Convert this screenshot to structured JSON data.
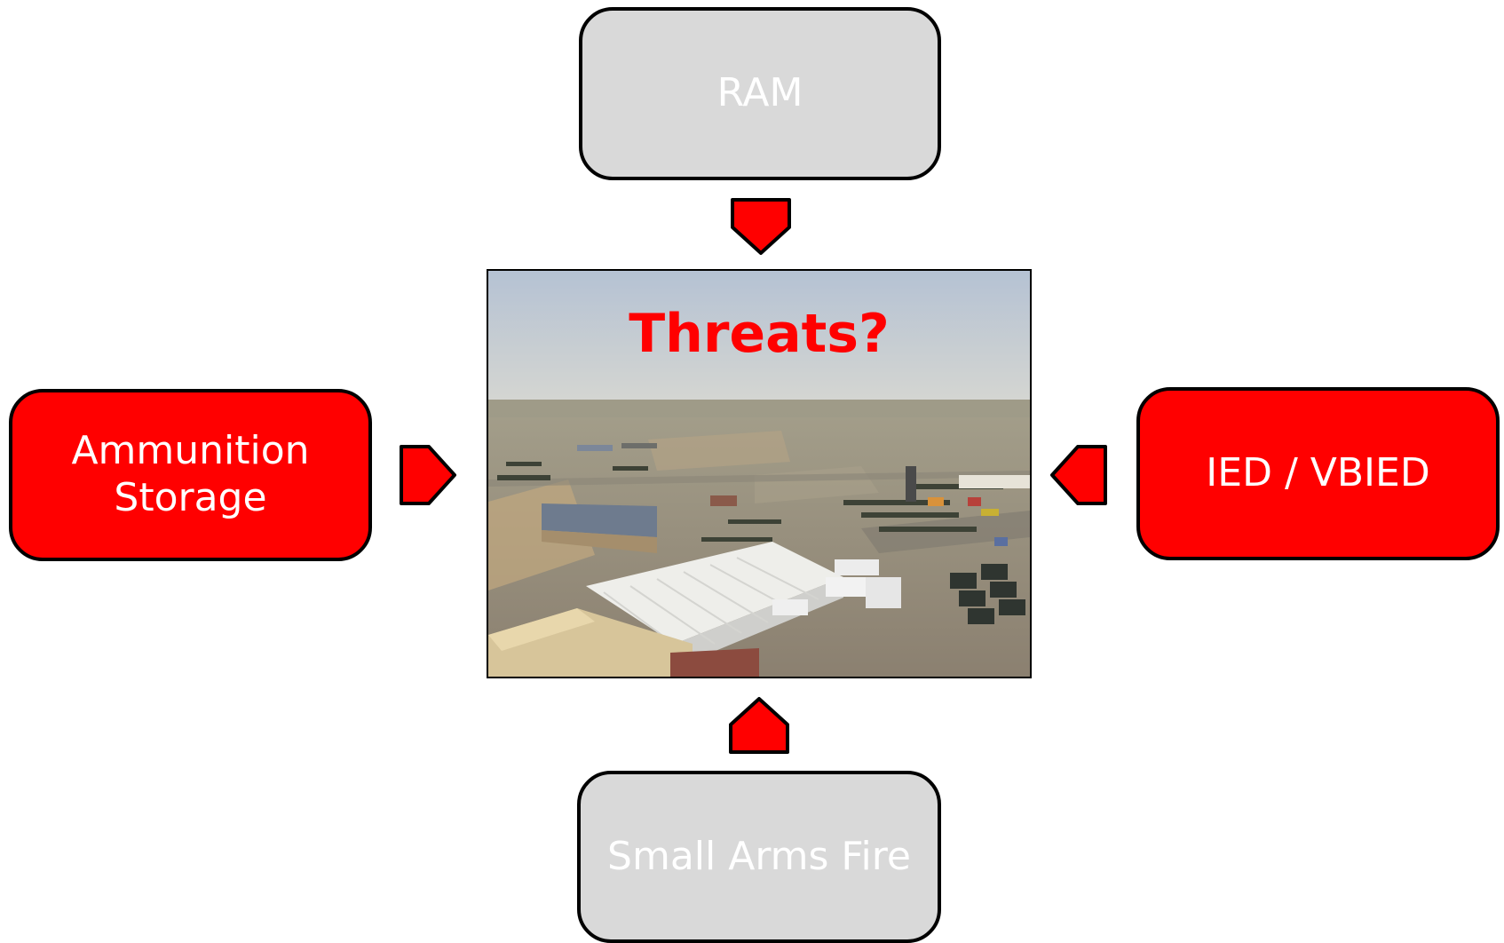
{
  "threats": {
    "top": {
      "label": "RAM",
      "color": "#d9d9d9"
    },
    "bottom": {
      "label": "Small Arms Fire",
      "color": "#d9d9d9"
    },
    "left": {
      "label": "Ammunition\nStorage",
      "color": "#ff0000"
    },
    "right": {
      "label": "IED / VBIED",
      "color": "#ff0000"
    }
  },
  "center": {
    "label": "Threats?",
    "label_color": "#ff0000",
    "photo": "aerial-view-military-base"
  },
  "arrow_color": "#ff0000"
}
